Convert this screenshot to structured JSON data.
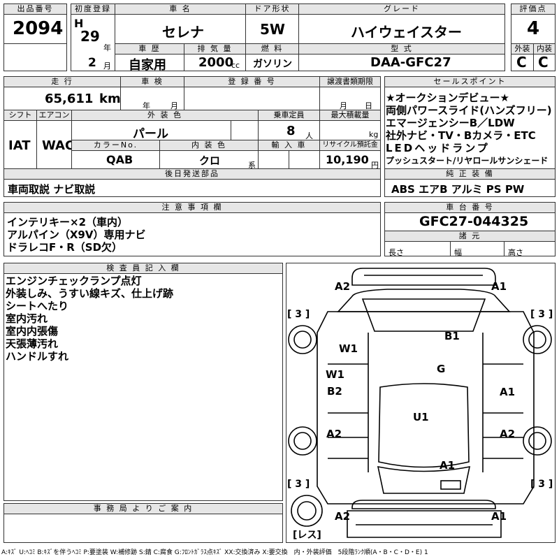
{
  "labels": {
    "lot": "出品番号",
    "first_reg": "初度登録",
    "car_name": "車 名",
    "door": "ドア形状",
    "grade": "グレード",
    "score": "評価点",
    "history": "車 歴",
    "displacement": "排 気 量",
    "fuel": "燃 料",
    "model": "型 式",
    "ext": "外装",
    "int": "内装",
    "mileage": "走 行",
    "inspection": "車 検",
    "reg_no": "登 録 番 号",
    "transfer": "譲渡書類期限",
    "sales_point": "セールスポイント",
    "shift": "シフト",
    "aircon": "エアコン",
    "ext_color": "外 装 色",
    "capacity": "乗車定員",
    "max_load": "最大積載量",
    "color_no": "カラーNo.",
    "int_color": "内 装 色",
    "import": "輸 入 車",
    "recycle": "リサイクル預託金",
    "later_parts": "後日発送部品",
    "std_equip": "純 正 装 備",
    "notes": "注 意 事 項 欄",
    "chassis_no": "車 台 番 号",
    "dims": "諸 元",
    "length": "長さ",
    "width": "幅",
    "height": "高さ",
    "inspector": "検 査 員 記 入 欄",
    "office": "事 務 局 よ り ご 案 内"
  },
  "units": {
    "year": "年",
    "month": "月",
    "cc": "cc",
    "km": "km",
    "person": "人",
    "kg": "kg",
    "yen": "円",
    "kei": "系"
  },
  "values": {
    "lot_no": "2094",
    "era": "H",
    "year": "29",
    "month": "2",
    "car_name": "セレナ",
    "door": "5W",
    "grade": "ハイウェイスター",
    "score": "4",
    "history": "自家用",
    "displacement": "2000",
    "fuel": "ガソリン",
    "model": "DAA-GFC27",
    "ext_score": "C",
    "int_score": "C",
    "mileage": "65,611",
    "shift": "IAT",
    "aircon": "WAC",
    "ext_color": "パール",
    "capacity": "8",
    "color_no": "QAB",
    "int_color": "クロ",
    "recycle": "10,190",
    "later_parts": "車両取説 ナビ取説",
    "std_equip": "ABS エアB アルミ PS PW",
    "chassis_no": "GFC27-044325"
  },
  "sales_points": [
    "★オークションデビュー★",
    "両側パワースライド(ハンズフリー)",
    "エマージェンシーB／LDW",
    "社外ナビ・TV・Bカメラ・ETC",
    "LEDヘッドランプ",
    "プッシュスタート/リヤロールサンシェード"
  ],
  "notes": [
    "インテリキー×2（車内）",
    "アルパイン（X9V）専用ナビ",
    "ドラレコF・R（SD欠）"
  ],
  "inspector": [
    "エンジンチェックランプ点灯",
    "外装しみ、うすい線キズ、仕上げ跡",
    "シートへたり",
    "室内汚れ",
    "室内内張傷",
    "天張薄汚れ",
    "ハンドルすれ"
  ],
  "diagram": {
    "tire_bracket": "[ 3 ]",
    "spare": "レス",
    "tire_count": "3",
    "marks": [
      {
        "id": "front-left-corner",
        "text": "A2"
      },
      {
        "id": "front-right-corner",
        "text": "A1"
      },
      {
        "id": "windshield-left",
        "text": "W1"
      },
      {
        "id": "hood",
        "text": "B1"
      },
      {
        "id": "left-window",
        "text": "W1"
      },
      {
        "id": "roof-glass",
        "text": "G"
      },
      {
        "id": "left-front-door",
        "text": "B2"
      },
      {
        "id": "right-front-door",
        "text": "A1"
      },
      {
        "id": "roof",
        "text": "U1"
      },
      {
        "id": "left-rear-door",
        "text": "A2"
      },
      {
        "id": "right-rear-door",
        "text": "A2"
      },
      {
        "id": "rear-hatch",
        "text": "A1"
      },
      {
        "id": "rear-left-corner",
        "text": "A2"
      },
      {
        "id": "rear-right-corner",
        "text": "A1"
      }
    ]
  },
  "legend": "A:ｷｽﾞ U:ﾍｺﾐ B:ｷｽﾞを伴うﾍｺﾐ P:要塗装 W:補修跡 S:錆 C:腐食 G:ﾌﾛﾝﾄｶﾞﾗｽ点ｷｽﾞ XX:交換済み X:要交換　内・外装評価　5段階ﾗﾝｸ順(A・B・C・D・E) 1"
}
